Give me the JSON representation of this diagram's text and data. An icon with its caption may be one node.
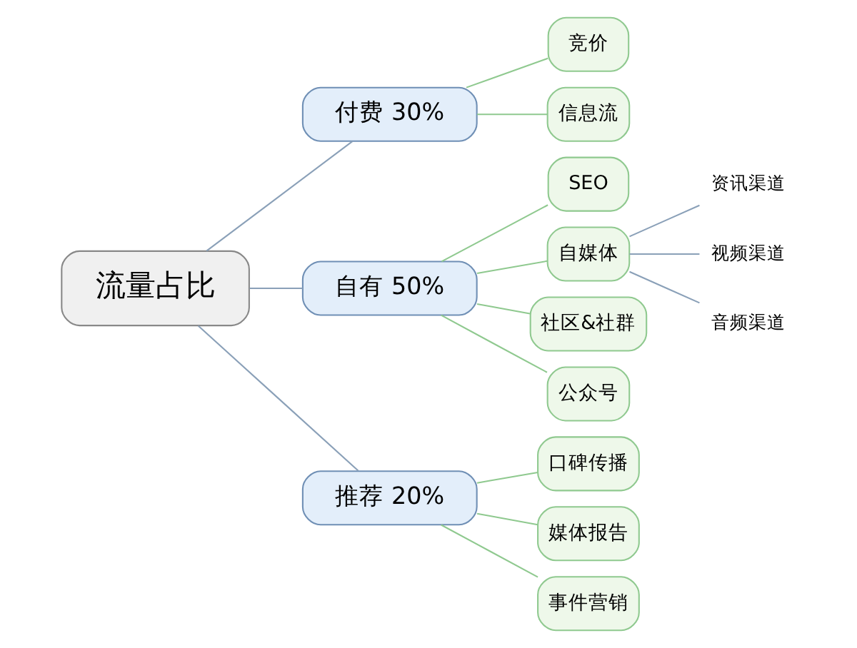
{
  "diagram": {
    "nodes": [
      {
        "text": [
          "流量占比"
        ]
      },
      {
        "text": [
          "付费 30%"
        ]
      },
      {
        "text": [
          "竞价"
        ]
      },
      {
        "text": [
          "信息流"
        ]
      },
      {
        "text": [
          "自有 50%"
        ]
      },
      {
        "text": [
          "SEO"
        ]
      },
      {
        "text": [
          "自媒体"
        ]
      },
      {
        "text": [
          "资讯渠道"
        ]
      },
      {
        "text": [
          "视频渠道"
        ]
      },
      {
        "text": [
          "音频渠道"
        ]
      },
      {
        "text": [
          "社区&社群"
        ]
      },
      {
        "text": [
          "公众号"
        ]
      },
      {
        "text": [
          "推荐 20%"
        ]
      },
      {
        "text": [
          "口碑传播"
        ]
      },
      {
        "text": [
          "媒体报告"
        ]
      },
      {
        "text": [
          "事件营销"
        ]
      }
    ],
    "edges": [
      {
        "from": 0,
        "to": 1,
        "arrow": "none"
      },
      {
        "from": 0,
        "to": 4,
        "arrow": "none"
      },
      {
        "from": 0,
        "to": 12,
        "arrow": "none"
      },
      {
        "from": 1,
        "to": 2,
        "arrow": "none",
        "color": "#8fc98f"
      },
      {
        "from": 1,
        "to": 3,
        "arrow": "none",
        "color": "#8fc98f"
      },
      {
        "from": 4,
        "to": 5,
        "arrow": "none",
        "color": "#8fc98f"
      },
      {
        "from": 4,
        "to": 6,
        "arrow": "none",
        "color": "#8fc98f"
      },
      {
        "from": 6,
        "to": 7,
        "arrow": "none"
      },
      {
        "from": 6,
        "to": 8,
        "arrow": "none"
      },
      {
        "from": 6,
        "to": 9,
        "arrow": "none"
      },
      {
        "from": 4,
        "to": 10,
        "arrow": "none",
        "color": "#8fc98f"
      },
      {
        "from": 4,
        "to": 11,
        "arrow": "none",
        "color": "#8fc98f"
      },
      {
        "from": 12,
        "to": 13,
        "arrow": "none",
        "color": "#8fc98f"
      },
      {
        "from": 12,
        "to": 14,
        "arrow": "none",
        "color": "#8fc98f"
      },
      {
        "from": 12,
        "to": 15,
        "arrow": "none",
        "color": "#8fc98f"
      }
    ]
  }
}
